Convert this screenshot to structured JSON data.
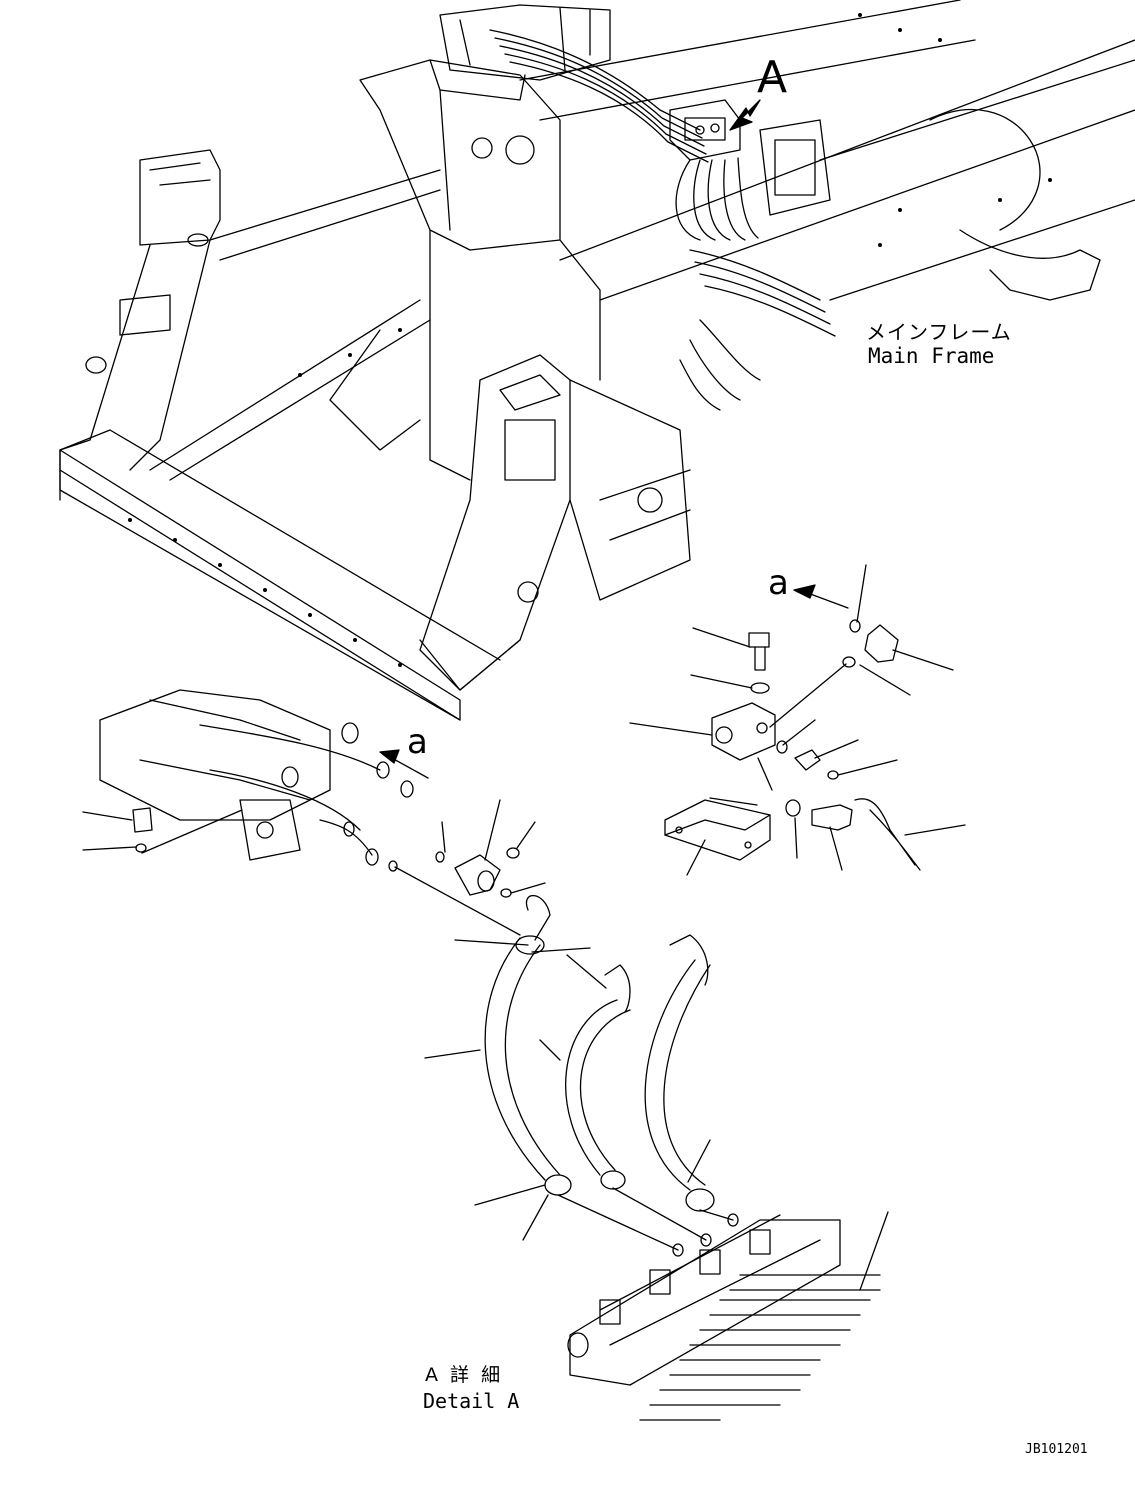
{
  "labels": {
    "view_marker": "A",
    "connection_marker": "a",
    "main_frame_jp": "メインフレーム",
    "main_frame_en": "Main Frame",
    "detail_jp": "A 詳 細",
    "detail_en": "Detail A",
    "drawing_code": "JB101201"
  }
}
